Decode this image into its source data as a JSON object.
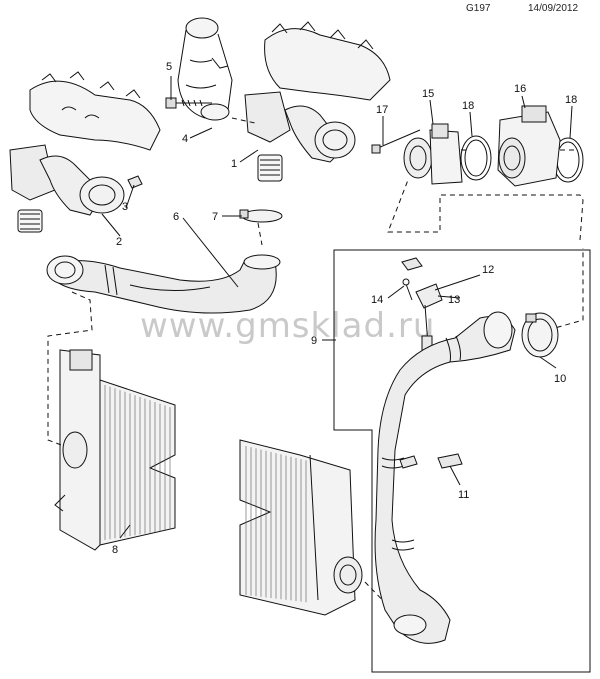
{
  "header": {
    "code": "G197",
    "date": "14/09/2012"
  },
  "watermark": "www.gmsklad.ru",
  "callouts": [
    {
      "id": "1",
      "label": "1"
    },
    {
      "id": "2",
      "label": "2"
    },
    {
      "id": "3",
      "label": "3"
    },
    {
      "id": "4",
      "label": "4"
    },
    {
      "id": "5",
      "label": "5"
    },
    {
      "id": "6",
      "label": "6"
    },
    {
      "id": "7",
      "label": "7"
    },
    {
      "id": "8",
      "label": "8"
    },
    {
      "id": "9",
      "label": "9"
    },
    {
      "id": "10",
      "label": "10"
    },
    {
      "id": "11",
      "label": "11"
    },
    {
      "id": "12",
      "label": "12"
    },
    {
      "id": "13",
      "label": "13"
    },
    {
      "id": "14",
      "label": "14"
    },
    {
      "id": "15",
      "label": "15"
    },
    {
      "id": "16",
      "label": "16"
    },
    {
      "id": "17",
      "label": "17"
    },
    {
      "id": "18a",
      "label": "18"
    },
    {
      "id": "18b",
      "label": "18"
    }
  ]
}
